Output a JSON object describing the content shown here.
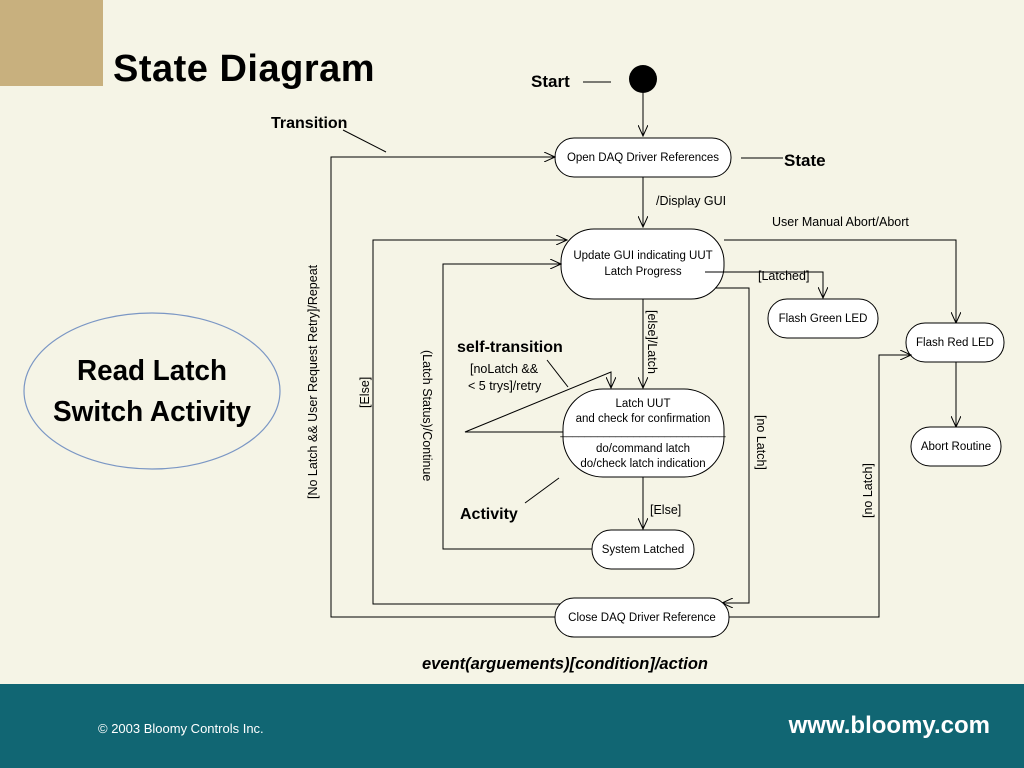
{
  "slide": {
    "title": "State Diagram"
  },
  "labels": {
    "start": "Start",
    "transition": "Transition",
    "state": "State",
    "self_transition": "self-transition",
    "activity": "Activity",
    "read_latch": [
      "Read Latch",
      "Switch Activity"
    ],
    "syntax": "event(arguements)[condition]/action"
  },
  "states": {
    "open_daq": "Open DAQ Driver References",
    "update_gui": [
      "Update GUI indicating UUT",
      "Latch Progress"
    ],
    "latch_uut": [
      "Latch UUT",
      "and check for confirmation",
      "___________________________",
      "do/command latch",
      "do/check latch indication"
    ],
    "system_latched": "System Latched",
    "close_daq": "Close DAQ Driver Reference",
    "flash_green": "Flash Green LED",
    "flash_red": "Flash Red LED",
    "abort_routine": "Abort Routine"
  },
  "transitions": {
    "display_gui": "/Display GUI",
    "user_manual_abort": "User Manual Abort/Abort",
    "latched": "[Latched]",
    "else_latch": "[else]/Latch",
    "no_latch_retry": [
      "[noLatch &&",
      "< 5 trys]/retry"
    ],
    "else_bottom": "[Else]",
    "no_latch_mid": "[no Latch]",
    "no_latch_right": "[no Latch]",
    "else_left": "[Else]",
    "latch_status_continue": "(Latch Status)/Continue",
    "no_latch_repeat": "[No Latch && User Request Retry]/Repeat"
  },
  "footer": {
    "copyright": "© 2003 Bloomy Controls Inc.",
    "website": "www.bloomy.com"
  },
  "colors": {
    "background": "#f5f4e6",
    "corner_block": "#c8b07e",
    "footer": "#116673",
    "ellipse_stroke": "#7a96c4"
  }
}
